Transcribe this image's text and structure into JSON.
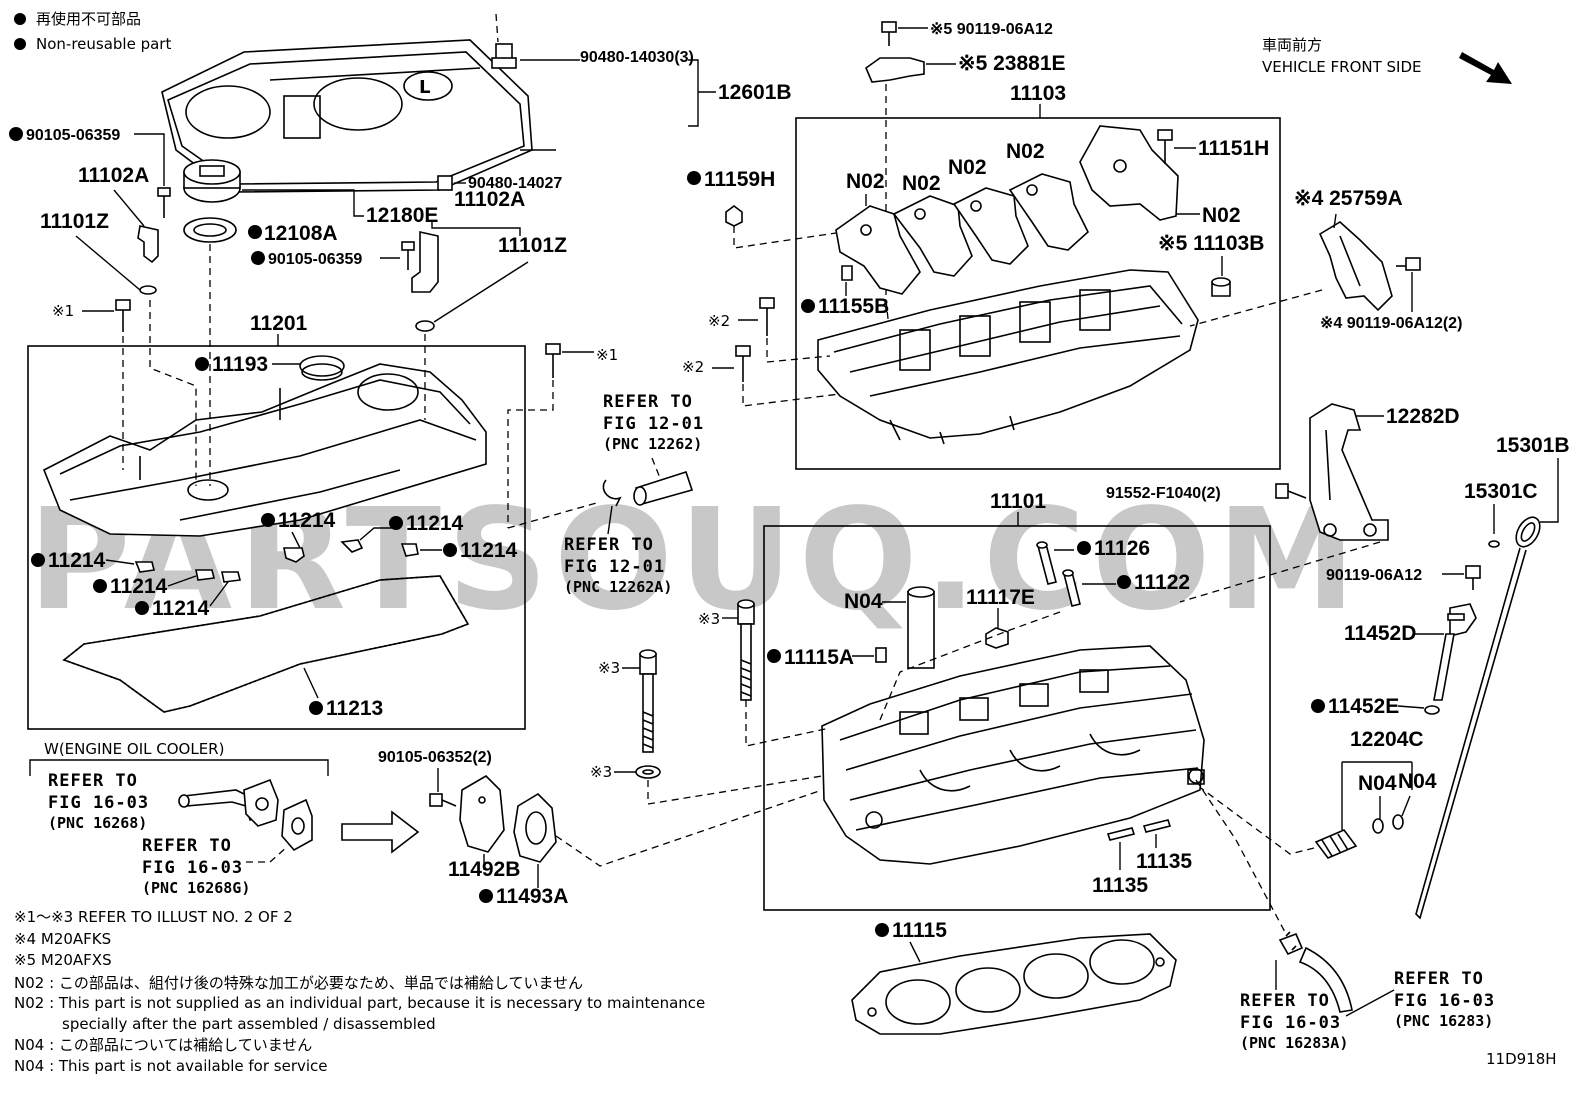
{
  "legend": {
    "jp": "再使用不可部品",
    "en": "Non-reusable part"
  },
  "front_side": {
    "jp": "車両前方",
    "en": "VEHICLE FRONT SIDE"
  },
  "watermark": "PARTSOUQ.COM",
  "diagram_code": "11D918H",
  "labels": {
    "p90480_14030": "90480-14030(3)",
    "p12601B": "12601B",
    "p90105_06359a": "90105-06359",
    "p11102A_a": "11102A",
    "p11101Z_a": "11101Z",
    "p12108A": "12108A",
    "p12180E": "12180E",
    "p90480_14027": "90480-14027",
    "p11102A_b": "11102A",
    "p11101Z_b": "11101Z",
    "p90105_06359b": "90105-06359",
    "m1a": "※1",
    "m1b": "※1",
    "p11201": "11201",
    "p11193": "11193",
    "p11214_1": "11214",
    "p11214_2": "11214",
    "p11214_3": "11214",
    "p11214_4": "11214",
    "p11214_5": "11214",
    "p11214_6": "11214",
    "p11213": "11213",
    "p90119_06A12_top": "※5  90119-06A12",
    "p23881E": "※5  23881E",
    "p11103": "11103",
    "p11159H": "11159H",
    "n02_1": "N02",
    "n02_2": "N02",
    "n02_3": "N02",
    "n02_4": "N02",
    "n02_5": "N02",
    "p11151H": "11151H",
    "p11103B": "※5  11103B",
    "p11155B": "11155B",
    "m2a": "※2",
    "m2b": "※2",
    "p25759A": "※4  25759A",
    "p90119_06A12_2": "※4  90119-06A12(2)",
    "p12282D": "12282D",
    "p15301B": "15301B",
    "p15301C": "15301C",
    "p91552": "91552-F1040(2)",
    "p90119_06A12_c": "90119-06A12",
    "p11452D": "11452D",
    "p11452E": "11452E",
    "p12204C": "12204C",
    "n04_a": "N04",
    "n04_b": "N04",
    "p11101": "11101",
    "p11126": "11126",
    "p11122": "11122",
    "n04_c": "N04",
    "p11117E": "11117E",
    "m3a": "※3",
    "m3b": "※3",
    "m3c": "※3",
    "p11115A": "11115A",
    "p11135a": "11135",
    "p11135b": "11135",
    "p11115": "11115",
    "p90105_06352": "90105-06352(2)",
    "p11492B": "11492B",
    "p11493A": "11493A",
    "w_engine": "W(ENGINE OIL COOLER)"
  },
  "refs": {
    "fig12_01_a": {
      "l1": "REFER TO",
      "l2": "FIG 12-01",
      "l3": "(PNC 12262)"
    },
    "fig12_01_b": {
      "l1": "REFER TO",
      "l2": "FIG 12-01",
      "l3": "(PNC 12262A)"
    },
    "fig16_03_a": {
      "l1": "REFER TO",
      "l2": "FIG 16-03",
      "l3": "(PNC 16268)"
    },
    "fig16_03_b": {
      "l1": "REFER TO",
      "l2": "FIG 16-03",
      "l3": "(PNC 16268G)"
    },
    "fig16_03_c": {
      "l1": "REFER TO",
      "l2": "FIG 16-03",
      "l3": "(PNC 16283A)"
    },
    "fig16_03_d": {
      "l1": "REFER TO",
      "l2": "FIG 16-03",
      "l3": "(PNC 16283)"
    }
  },
  "notes": [
    "※1～※3  REFER TO ILLUST NO. 2 OF 2",
    "※4  M20AFKS",
    "※5  M20AFXS",
    "N02 : この部品は、組付け後の特殊な加工が必要なため、単品では補給していません",
    "N02 : This part is not supplied as an individual part, because it is necessary to maintenance",
    "specially after the part assembled / disassembled",
    "N04 : この部品については補給していません",
    "N04 : This part is not available for service"
  ]
}
